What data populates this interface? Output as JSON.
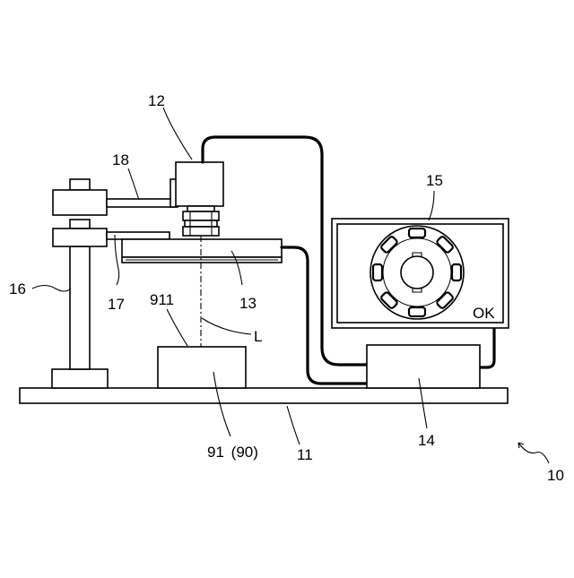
{
  "labels": {
    "camera": "12",
    "camera_arm": "18",
    "column": "16",
    "light_arm": "17",
    "light": "13",
    "display": "15",
    "display_status": "OK",
    "controller": "14",
    "base": "11",
    "system": "10",
    "workpiece": "91",
    "workpiece_group": "(90)",
    "workpiece_top": "911",
    "optical_axis": "L"
  }
}
